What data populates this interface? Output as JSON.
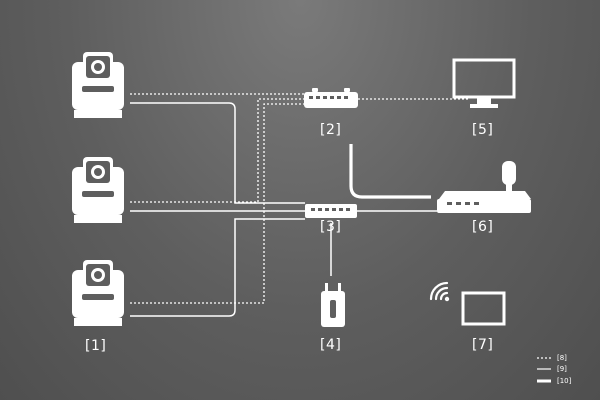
{
  "labels": {
    "cameras": "[1]",
    "switcher": "[2]",
    "hub": "[3]",
    "router": "[4]",
    "monitor": "[5]",
    "controller": "[6]",
    "tablet": "[7]"
  },
  "legend": {
    "dotted": "[8]",
    "thin": "[9]",
    "thick": "[10]"
  },
  "colors": {
    "background": "#5e5e5e",
    "device": "#ffffff",
    "device_dark": "#5e5e5e"
  }
}
